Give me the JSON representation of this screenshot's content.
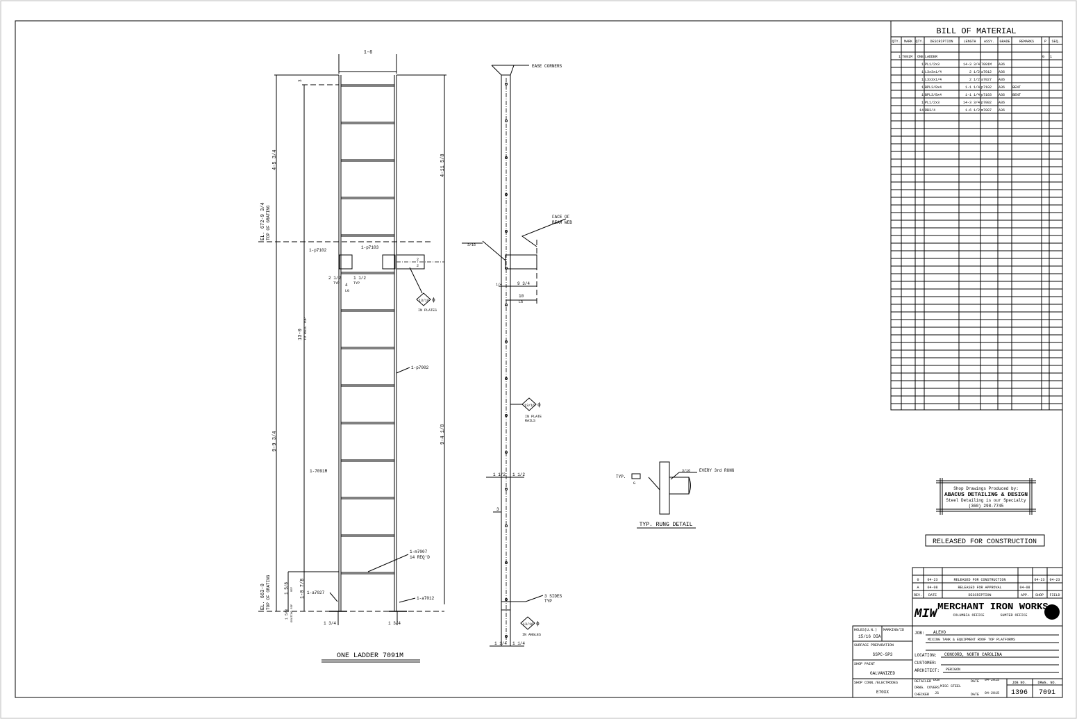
{
  "bom": {
    "title": "BILL OF MATERIAL",
    "headers": [
      "QTY.",
      "MARK",
      "QTY.",
      "DESCRIPTION",
      "LENGTH",
      "ASSY.",
      "GRADE",
      "REMARKS",
      "P",
      "SEQ."
    ],
    "rows": [
      [
        "",
        "",
        "",
        "",
        "",
        "",
        "",
        "",
        "",
        ""
      ],
      [
        "1",
        "7091M",
        "ONE",
        "LADDER",
        "",
        "",
        "",
        "",
        "G",
        "1"
      ],
      [
        "",
        "",
        "1",
        "PL1/2x3",
        "14-3 3/4",
        "7091M",
        "A36",
        "",
        "",
        ""
      ],
      [
        "",
        "",
        "1",
        "L3x3x1/4",
        "2 1/2",
        "a7012",
        "A36",
        "",
        "",
        ""
      ],
      [
        "",
        "",
        "1",
        "L3x3x1/4",
        "2 1/2",
        "a7027",
        "A36",
        "",
        "",
        ""
      ],
      [
        "",
        "",
        "1",
        "BPL3/8x4",
        "1-1 1/4",
        "p7102",
        "A36",
        "BENT",
        "",
        ""
      ],
      [
        "",
        "",
        "1",
        "BPL3/8x4",
        "1-1 1/4",
        "p7103",
        "A36",
        "BENT",
        "",
        ""
      ],
      [
        "",
        "",
        "1",
        "PL1/2x3",
        "14-3 3/4",
        "p7002",
        "A36",
        "",
        "",
        ""
      ],
      [
        "",
        "",
        "14",
        "RB3/4",
        "1-6 1/2",
        "m7007",
        "A36",
        "",
        "",
        ""
      ]
    ]
  },
  "ladder": {
    "title": "ONE LADDER 7091M",
    "width_dim": "1-6",
    "dim_top": "3",
    "dim_upper": "4-5 3/4",
    "dim_total": "13-0",
    "dim_total_note": "TO RAIL TOP",
    "dim_lower": "9-9 3/4",
    "dim_bottom": "1-0 7/8",
    "dim_bottom_small": "1 5/8",
    "dim_bottom_small_note": "REF",
    "dim_base": "1 5/8",
    "dim_base_note": "GRATING REF",
    "el_top": "EL. 672-9 3/4",
    "el_top_note": "TOP OF GRATING",
    "el_bot": "EL. 663-0",
    "el_bot_note": "TOP OF GRATING",
    "p7102": "1-p7102",
    "p7103": "1-p7103",
    "dim_2half": "2 1/2",
    "dim_1half": "1 1/2",
    "typ": "TYP",
    "dim_4": "4",
    "lg": "LG",
    "dim_2a": "2",
    "dim_2b": "2",
    "weld": "13/16",
    "in_plates": "IN PLATES",
    "p7002": "1-p7002",
    "mark_7091": "1-7091M",
    "m7007": "1-m7007",
    "m7007_req": "14 REQ'D",
    "a7027": "1-a7027",
    "a7012": "1-a7012",
    "dim_13_4a": "1 3/4",
    "dim_13_4b": "1 3/4"
  },
  "side": {
    "ease": "EASE CORNERS",
    "face1": "FACE OF",
    "face2": "BEAM WEB",
    "weld_316": "3/16",
    "dim_14": "1/4",
    "dim_934": "9 3/4",
    "dim_10": "10",
    "lg": "LG",
    "dim_upper": "4-11 5/8",
    "dim_lower": "9-4 1/8",
    "weld": "13/16",
    "in_plate_rails1": "IN PLATE",
    "in_plate_rails2": "RAILS",
    "dim_12a": "1 1/2",
    "dim_12b": "1 1/2",
    "dim_3": "3",
    "sides": "3 SIDES",
    "typ": "TYP",
    "in_angles": "IN ANGLES",
    "dim_14a": "1 1/4",
    "dim_14b": "1 1/4"
  },
  "rung": {
    "title": "TYP. RUNG DETAIL",
    "typ": "TYP.",
    "g": "G",
    "weld": "3/16",
    "every": "EVERY 3rd RUNG"
  },
  "abacus": {
    "line1": "Shop Drawings Produced by:",
    "line2": "ABACUS DETAILING & DESIGN",
    "line3": "Steel Detailing is our Specialty",
    "line4": "(360) 298-7745"
  },
  "released": "RELEASED FOR CONSTRUCTION",
  "revisions": {
    "rows": [
      [
        "0",
        "04-23",
        "RELEASED FOR CONSTRUCTION",
        "",
        "04-23",
        "04-23"
      ],
      [
        "A",
        "04-08",
        "RELEASED FOR APPROVAL",
        "04-08",
        "",
        ""
      ]
    ],
    "headers": [
      "REV.",
      "DATE",
      "DESCRIPTION",
      "APP.",
      "SHOP",
      "FIELD"
    ]
  },
  "company": {
    "name": "MERCHANT IRON WORKS",
    "logo": "MIW",
    "office1": "COLUMBIA OFFICE",
    "office2": "SUMTER OFFICE"
  },
  "notes": {
    "holes_label": "HOLES(U.N.)",
    "holes_value": "15/16 DIA",
    "marking_label": "MARKING/ID",
    "surface_label": "SURFACE PREPARATION",
    "surface_value": "SSPC-SP3",
    "paint_label": "SHOP PAINT",
    "paint_value": "GALVANIZED",
    "conn_label": "SHOP CONN./ELECTRODES",
    "conn_value": "E70XX"
  },
  "title_block": {
    "job_label": "JOB:",
    "job": "ALEVO",
    "job_desc": "MIXING TANK & EQUIPMENT ROOF TOP PLATFORMS",
    "location_label": "LOCATION:",
    "location": "CONCORD, NORTH CAROLINA",
    "customer_label": "CUSTOMER:",
    "architect_label": "ARCHITECT:",
    "architect": "PERIGON",
    "detailer_label": "DETAILER",
    "detailer": "DCB",
    "date_label": "DATE",
    "detailer_date": "04-2015",
    "covers_label": "DRWG. COVERS",
    "covers": "MISC STEEL",
    "checker_label": "CHECKER",
    "checker": "JS",
    "checker_date": "04-2015",
    "job_no_label": "JOB NO.",
    "job_no": "1396",
    "drwg_no_label": "DRWG. NO.",
    "drwg_no": "7091"
  }
}
